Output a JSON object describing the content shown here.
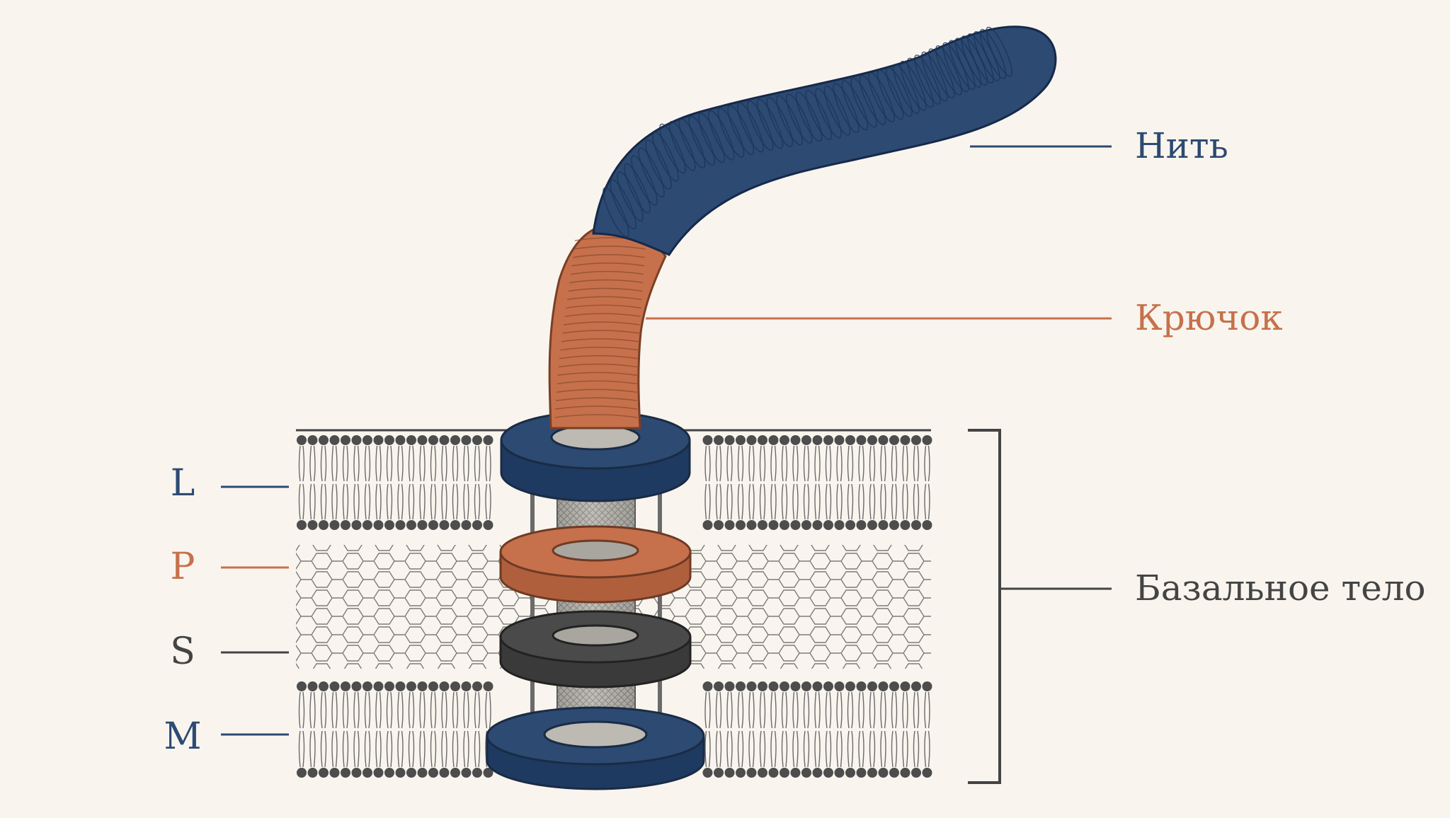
{
  "labels": {
    "filament": "Нить",
    "hook": "Крючок",
    "basal_body": "Базальное тело",
    "ring_l": "L",
    "ring_p": "P",
    "ring_s": "S",
    "ring_m": "M"
  },
  "colors": {
    "background": "#f9f5ee",
    "blue": "#2c4a72",
    "orange": "#c6714c",
    "dark_gray": "#4a4a4a",
    "rod_gray": "#8e8c87",
    "lipid": "#555555"
  }
}
